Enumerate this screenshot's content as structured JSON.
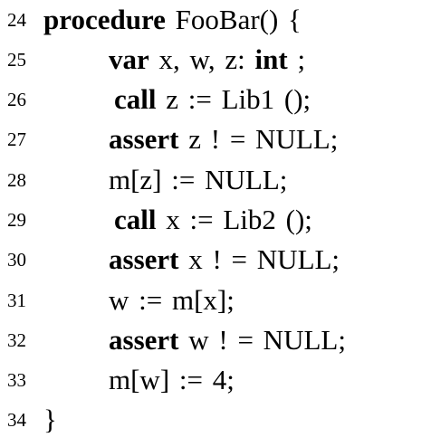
{
  "lines": [
    {
      "num": "24",
      "segments": [
        {
          "text": "procedure",
          "kw": true
        },
        {
          "text": " FooBar() {",
          "kw": false
        }
      ]
    },
    {
      "num": "25",
      "segments": [
        {
          "text": "var",
          "kw": true
        },
        {
          "text": " x,  w,  z:",
          "kw": false
        },
        {
          "text": " int",
          "kw": true
        },
        {
          "text": " ;",
          "kw": false
        }
      ]
    },
    {
      "num": "26",
      "segments": [
        {
          "text": "call",
          "kw": true
        },
        {
          "text": "  z  :=  Lib1 ();",
          "kw": false
        }
      ]
    },
    {
      "num": "27",
      "segments": [
        {
          "text": "assert",
          "kw": true
        },
        {
          "text": "  z   ! = NULL;",
          "kw": false
        }
      ]
    },
    {
      "num": "28",
      "segments": [
        {
          "text": "m[z]  :=  NULL;",
          "kw": false
        }
      ]
    },
    {
      "num": "29",
      "segments": [
        {
          "text": "call",
          "kw": true
        },
        {
          "text": "  x  :=  Lib2 ();",
          "kw": false
        }
      ]
    },
    {
      "num": "30",
      "segments": [
        {
          "text": "assert",
          "kw": true
        },
        {
          "text": "  x   ! = NULL;",
          "kw": false
        }
      ]
    },
    {
      "num": "31",
      "segments": [
        {
          "text": "w :=  m[x];",
          "kw": false
        }
      ]
    },
    {
      "num": "32",
      "segments": [
        {
          "text": "assert",
          "kw": true
        },
        {
          "text": "  w   ! = NULL;",
          "kw": false
        }
      ]
    },
    {
      "num": "33",
      "segments": [
        {
          "text": "m[w]  :=  4;",
          "kw": false
        }
      ]
    },
    {
      "num": "34",
      "segments": [
        {
          "text": "}",
          "kw": false
        }
      ]
    }
  ]
}
